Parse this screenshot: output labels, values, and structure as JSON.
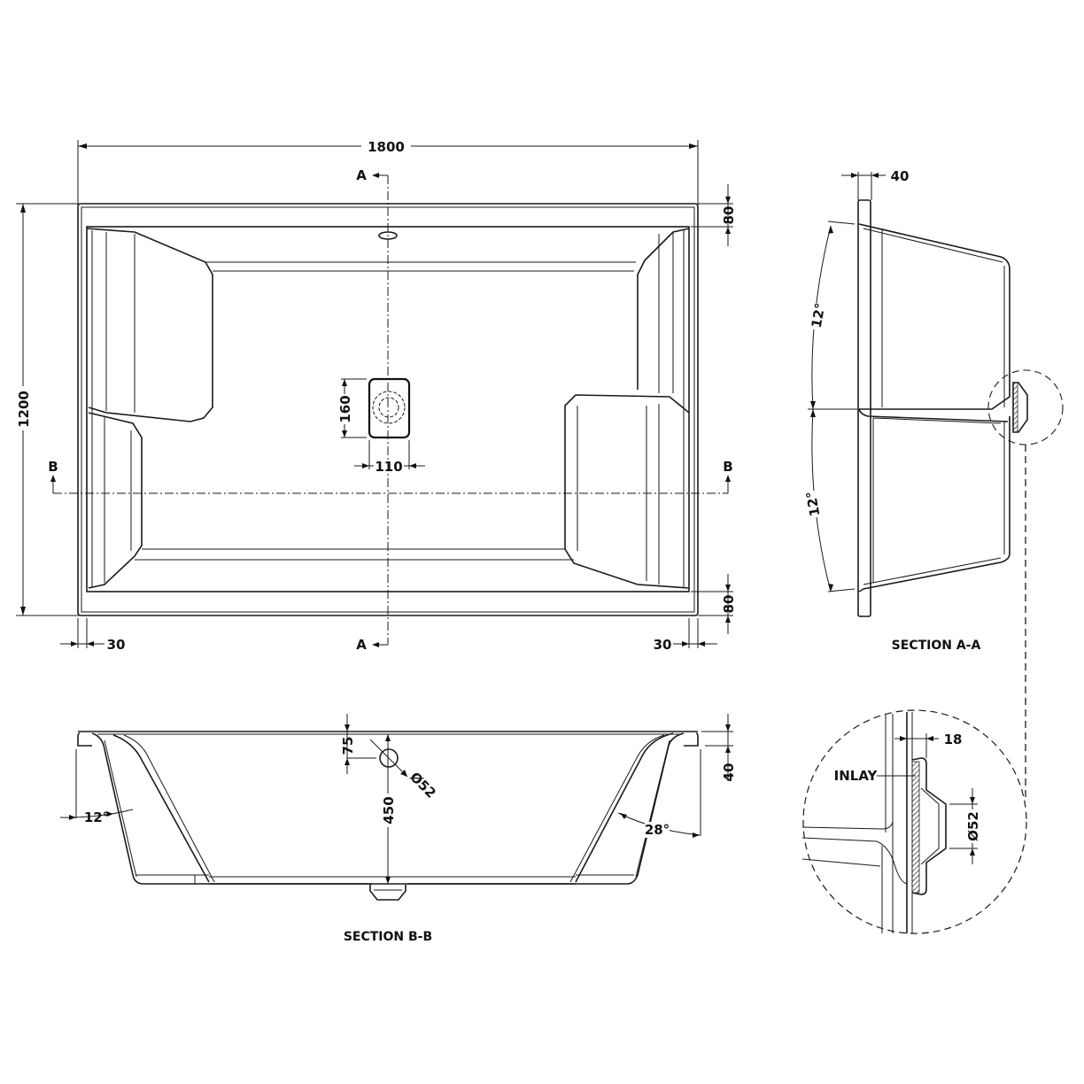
{
  "plan_view": {
    "overall_length": "1800",
    "overall_width": "1200",
    "rim_top": "80",
    "rim_bottom": "80",
    "rim_left": "30",
    "rim_right": "30",
    "waste_height": "160",
    "waste_width": "110",
    "section_a_top": "A",
    "section_a_bottom": "A",
    "section_b_left": "B",
    "section_b_right": "B"
  },
  "section_aa": {
    "title": "SECTION A-A",
    "rim_thickness": "40",
    "angle_top": "12°",
    "angle_bottom": "12°"
  },
  "section_bb": {
    "title": "SECTION B-B",
    "overflow_offset": "75",
    "overflow_diameter": "Ø52",
    "depth": "450",
    "angle_left": "12°",
    "angle_right": "28°",
    "rim_height": "40"
  },
  "detail": {
    "inlay_label": "INLAY",
    "inlay_thickness": "18",
    "overflow_diameter": "Ø52"
  }
}
